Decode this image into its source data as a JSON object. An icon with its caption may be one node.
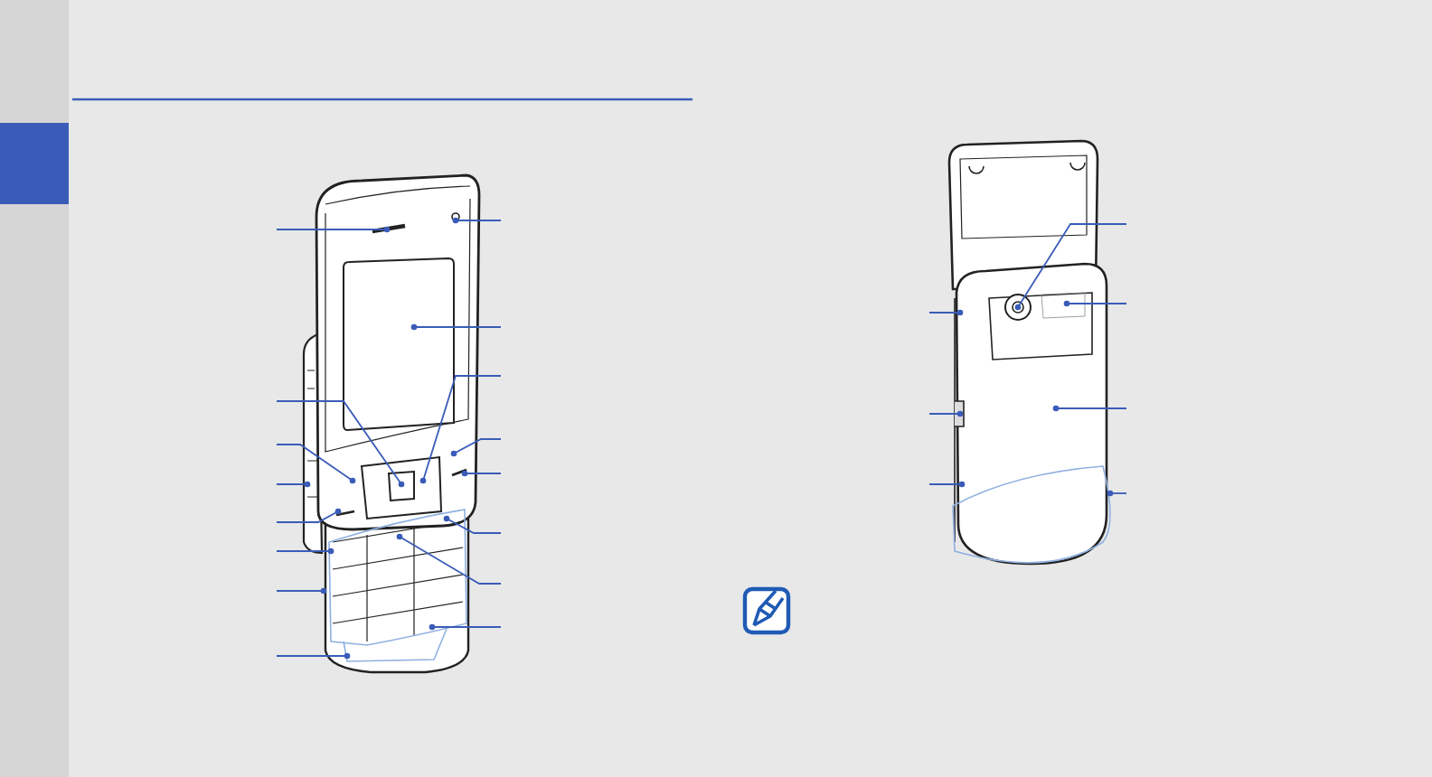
{
  "diagram": {
    "nodes": [
      {
        "text": [],
        "shape": "picture"
      },
      {
        "text": [],
        "shape": "picture"
      }
    ],
    "edges": [
      {
        "from": null,
        "to": 0,
        "arrow": "other"
      },
      {
        "from": null,
        "to": 0,
        "arrow": "other"
      },
      {
        "from": null,
        "to": 0,
        "arrow": "other"
      },
      {
        "from": null,
        "to": 0,
        "arrow": "other"
      },
      {
        "from": null,
        "to": 0,
        "arrow": "other"
      },
      {
        "from": null,
        "to": 0,
        "arrow": "other"
      },
      {
        "from": null,
        "to": 0,
        "arrow": "other"
      },
      {
        "from": null,
        "to": 0,
        "arrow": "other"
      },
      {
        "from": null,
        "to": 0,
        "arrow": "other"
      },
      {
        "from": null,
        "to": 0,
        "arrow": "other"
      },
      {
        "from": null,
        "to": 0,
        "arrow": "other"
      },
      {
        "from": null,
        "to": 0,
        "arrow": "other"
      },
      {
        "from": null,
        "to": 0,
        "arrow": "other"
      },
      {
        "from": null,
        "to": 0,
        "arrow": "other"
      },
      {
        "from": null,
        "to": 0,
        "arrow": "other"
      },
      {
        "from": null,
        "to": 0,
        "arrow": "other"
      },
      {
        "from": null,
        "to": 1,
        "arrow": "other"
      },
      {
        "from": null,
        "to": 1,
        "arrow": "other"
      },
      {
        "from": null,
        "to": 1,
        "arrow": "other"
      },
      {
        "from": null,
        "to": 1,
        "arrow": "other"
      },
      {
        "from": null,
        "to": 1,
        "arrow": "other"
      },
      {
        "from": null,
        "to": 1,
        "arrow": "other"
      },
      {
        "from": null,
        "to": 1,
        "arrow": "other"
      }
    ]
  }
}
